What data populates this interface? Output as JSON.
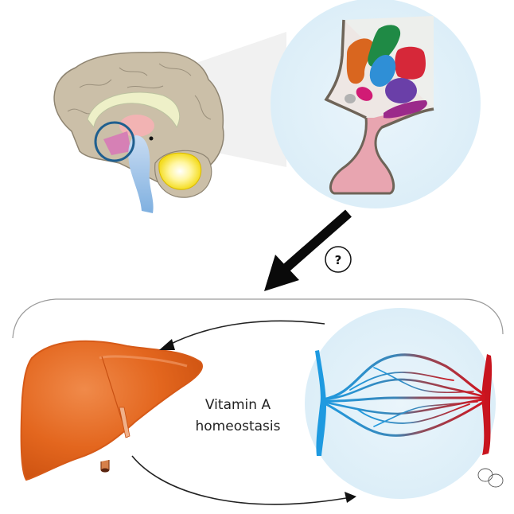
{
  "diagram": {
    "top_panel": {
      "brain": {
        "name": "brain-sagittal-section",
        "highlight": "hypothalamus-pituitary-circle"
      },
      "zoom_inset": {
        "name": "pituitary-gland-cells",
        "cell_colors": [
          "#d9661f",
          "#1f8a45",
          "#d62839",
          "#2f8fd6",
          "#6a3fa8",
          "#d11b75",
          "#b2b2b2",
          "#9b2a8a"
        ],
        "stalk_color": "#e8a5b0"
      }
    },
    "connector": {
      "arrow": "down-left-arrow",
      "question_label": "?"
    },
    "bottom_panel": {
      "liver": {
        "name": "liver",
        "color": "#e3661e"
      },
      "circulation_inset": {
        "name": "capillary-bed",
        "vein_color": "#1e9ae0",
        "artery_color": "#c8141e"
      },
      "center_label": {
        "line1": "Vitamin A",
        "line2": "homeostasis"
      },
      "arrows": [
        "capillary-to-liver-arrow",
        "liver-to-capillary-arrow"
      ]
    },
    "watermark": {
      "icon": "wechat-icon"
    }
  }
}
